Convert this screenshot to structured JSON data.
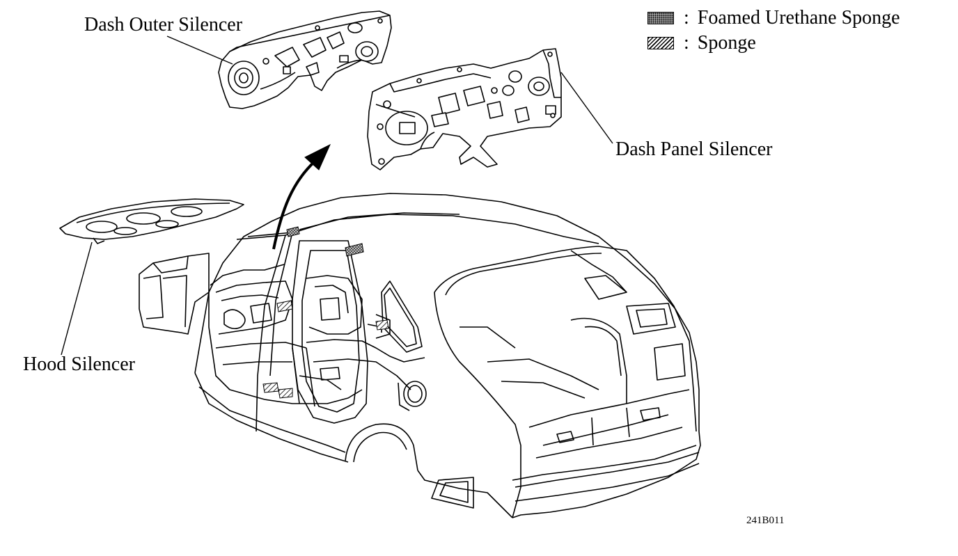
{
  "legend": {
    "items": [
      {
        "swatch": "foamed-urethane-pattern",
        "separator": ":",
        "label": "Foamed Urethane Sponge"
      },
      {
        "swatch": "sponge-pattern",
        "separator": ":",
        "label": "Sponge"
      }
    ]
  },
  "labels": {
    "dash_outer_silencer": "Dash Outer Silencer",
    "dash_panel_silencer": "Dash Panel Silencer",
    "hood_silencer": "Hood Silencer"
  },
  "figure_code": "241B011",
  "colors": {
    "line": "#000000",
    "background": "#ffffff"
  }
}
